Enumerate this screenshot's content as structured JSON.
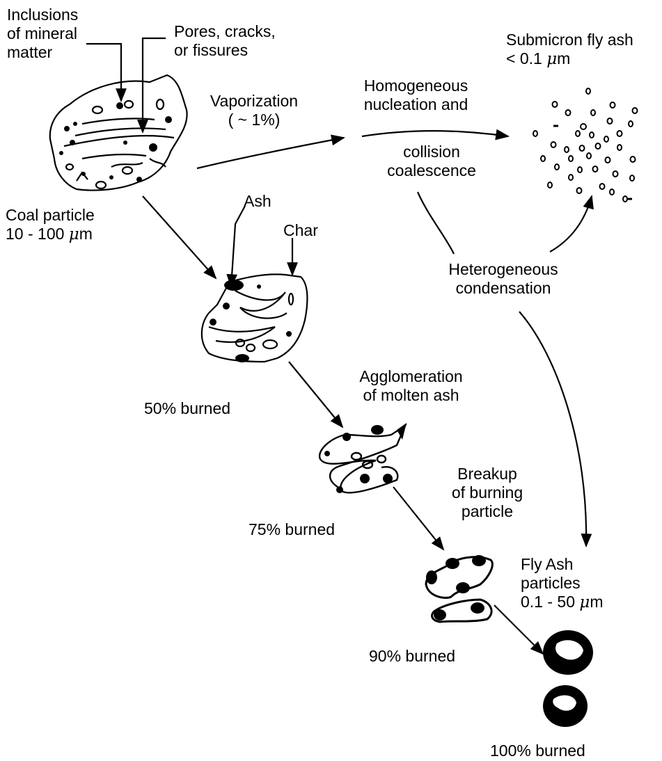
{
  "labels": {
    "inclusions": [
      "Inclusions",
      "of mineral",
      "matter"
    ],
    "pores": [
      "Pores, cracks,",
      "or fissures"
    ],
    "vaporization": [
      "Vaporization",
      "( ~ 1%)"
    ],
    "homogeneous": [
      "Homogeneous",
      "nucleation and"
    ],
    "collision": [
      "collision",
      "coalescence"
    ],
    "submicron": {
      "line1": "Submicron fly ash",
      "line2_prefix": "< 0.1 ",
      "mu": "μ",
      "unit": "m"
    },
    "coal": {
      "line1": "Coal particle",
      "line2_prefix": "10 - 100 ",
      "mu": "μ",
      "unit": "m"
    },
    "ash": "Ash",
    "char": "Char",
    "heterogeneous": [
      "Heterogeneous",
      "condensation"
    ],
    "burned50": "50%  burned",
    "agglomeration": [
      "Agglomeration",
      "of molten ash"
    ],
    "burned75": "75%  burned",
    "breakup": [
      "Breakup",
      "of  burning",
      "particle"
    ],
    "flyash": {
      "line1": "Fly Ash",
      "line2": "particles",
      "line3_prefix": "0.1 - 50 ",
      "mu": "μ",
      "unit": "m"
    },
    "burned90": "90%  burned",
    "burned100": "100%  burned"
  }
}
